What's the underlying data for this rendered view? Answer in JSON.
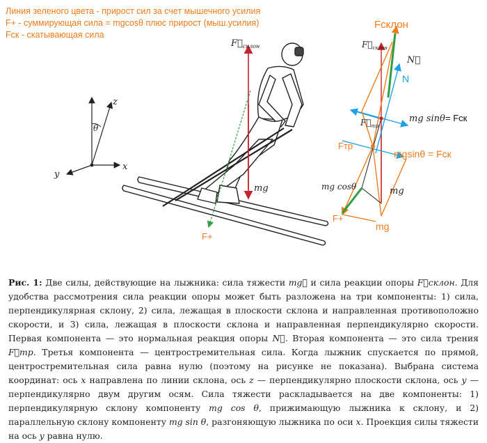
{
  "notes": {
    "line1": "Линия зеленого цвета - прирост сил за счет мышечного усилия",
    "line2": "F+ - суммирующая сила = mgcosθ плюс прирост (мыш.усилия)",
    "line3": "Fск - скатывающая сила"
  },
  "axes": {
    "z": "z",
    "y": "y",
    "x": "x",
    "theta": "θ"
  },
  "skier_labels": {
    "f_slope_sub": "склон",
    "mg": "mg",
    "f_plus": "F+"
  },
  "vector_labels": {
    "f_skl_orange": "Fсклон",
    "f_slope_sub": "склон",
    "n_math": "N",
    "n_blue": "N",
    "mgsin_math": "mg sinθ",
    "eq_fsk": "= Fск",
    "ftr_sub": "тр",
    "ftr_orange": "Fтр",
    "mgsin_blue": "mgsinθ = Fск",
    "mgcos_math": "mg cosθ",
    "mg_math": "mg",
    "f_plus": "F+",
    "mg_orange": "mg"
  },
  "colors": {
    "orange": "#f07a1c",
    "blue": "#1ea0e6",
    "red": "#c8232c",
    "green": "#2ea043"
  },
  "caption": {
    "label": "Рис. 1:",
    "p1": " Две силы, действующие на лыжника: сила тяжести ",
    "m1": "mg⃗",
    "p2": " и сила реакции опоры ",
    "m2": "F⃗склон",
    "p3": ". Для удобства рассмотрения сила реакции опоры может быть разложена на три компоненты: 1) сила, перпендикулярная склону, 2) сила, лежащая в плоскости склона и направленная противоположно скорости, и 3) сила, лежащая в плоскости склона и направленная перпендикулярно скорости. Первая компонента — это нормальная реакция опоры ",
    "m3": "N⃗",
    "p4": ". Вторая компонента — это сила трения ",
    "m4": "F⃗тр",
    "p5": ". Третья компонента — центростремительная сила. Когда лыжник спускается по прямой, центростремительная сила равна нулю (поэтому на рисунке не показана). Выбрана система координат: ось ",
    "m5": "x",
    "p6": " направлена по линии склона, ось ",
    "m6": "z",
    "p7": " — перпендикулярно плоскости склона, ось ",
    "m7": "y",
    "p8": " — перпендикулярно двум другим осям. Сила тяжести раскладывается на две компоненты: 1) перпендикулярную склону компоненту ",
    "m8": "mg cos θ",
    "p9": ", прижимающую лыжника к склону, и 2) параллельную склону компоненту ",
    "m9": "mg sin θ",
    "p10": ", разгоняющую лыжника по оси ",
    "m10": "x",
    "p11": ". Проекция силы тяжести на ось ",
    "m11": "y",
    "p12": " равна нулю."
  }
}
